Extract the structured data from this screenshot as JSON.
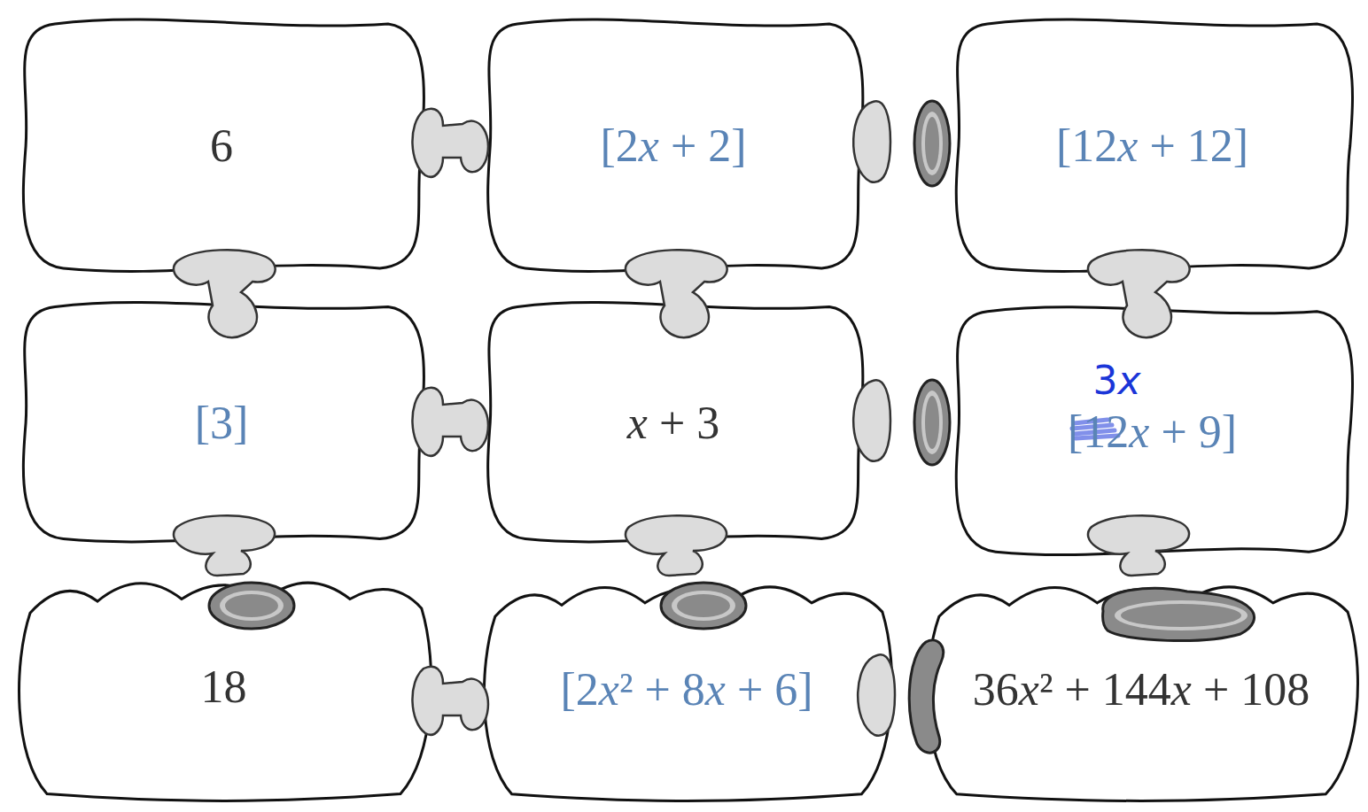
{
  "diagram": {
    "nodes": [
      {
        "text": [
          "6"
        ]
      },
      {
        "text": [
          "[2x + 2]"
        ]
      },
      {
        "text": [
          "[12x + 12]"
        ]
      },
      {
        "text": [
          "[3]"
        ]
      },
      {
        "text": [
          "x + 3"
        ]
      },
      {
        "text": [
          "[12x + 9]",
          "3x"
        ]
      },
      {
        "text": [
          "18"
        ]
      },
      {
        "text": [
          "[2x² + 8x + 6]"
        ]
      },
      {
        "text": [
          "36x² + 144x + 108"
        ]
      }
    ]
  }
}
